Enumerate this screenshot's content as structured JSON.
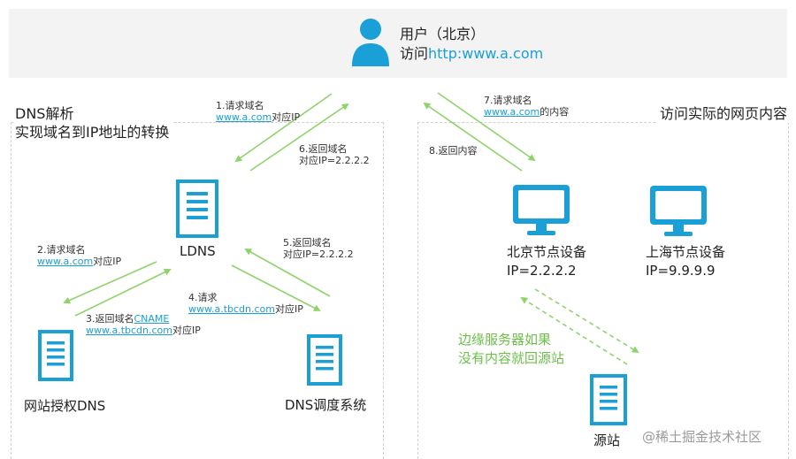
{
  "user": {
    "line1": "用户（北京）",
    "line2_prefix": "访问",
    "line2_link": "http:www.a.com"
  },
  "left_panel": {
    "title1": "DNS解析",
    "title2": "实现域名到IP地址的转换"
  },
  "right_panel": {
    "title": "访问实际的网页内容"
  },
  "steps": {
    "s1_a": "1.请求域名",
    "s1_link": "www.a.com",
    "s1_b": "对应IP",
    "s6_a": "6.返回域名",
    "s6_b": "对应IP=2.2.2.2",
    "s2_a": "2.请求域名",
    "s2_link": "www.a.com",
    "s2_b": "对应IP",
    "s3_a": "3.返回域名",
    "s3_link1": "CNAME",
    "s3_link2": "www.a.tbcdn.com",
    "s3_b": "对应IP",
    "s4_a": "4.请求",
    "s4_link": "www.a.tbcdn.com",
    "s4_b": "对应IP",
    "s5_a": "5.返回域名",
    "s5_b": "对应IP=2.2.2.2",
    "s7_a": "7.请求域名",
    "s7_link": "www.a.com",
    "s7_b": "的内容",
    "s8": "8.返回内容"
  },
  "nodes": {
    "ldns": "LDNS",
    "auth_dns": "网站授权DNS",
    "sched_dns": "DNS调度系统",
    "bj_name": "北京节点设备",
    "bj_ip": "IP=2.2.2.2",
    "sh_name": "上海节点设备",
    "sh_ip": "IP=9.9.9.9",
    "origin": "源站"
  },
  "edge_note": {
    "line1": "边缘服务器如果",
    "line2": "没有内容就回源站"
  },
  "watermark": "@稀土掘金技术社区",
  "colors": {
    "blue": "#1a9fd6",
    "green": "#8fd36b",
    "green_text": "#6dbf4a"
  },
  "icons": [
    "user-icon",
    "server-icon",
    "monitor-icon"
  ]
}
